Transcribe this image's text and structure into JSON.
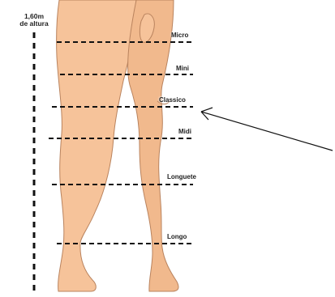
{
  "height_marker": {
    "text": "1,60m\nde altura"
  },
  "levels": [
    {
      "id": "micro",
      "label": "Micro"
    },
    {
      "id": "mini",
      "label": "Mini"
    },
    {
      "id": "classico",
      "label": "Classico"
    },
    {
      "id": "midi",
      "label": "Midi"
    },
    {
      "id": "longuete",
      "label": "Longuete"
    },
    {
      "id": "longo",
      "label": "Longo"
    }
  ],
  "arrow_target": "classico",
  "colors": {
    "skin": "#f6c39a",
    "outline": "#b9835e",
    "lines": "#111111"
  }
}
